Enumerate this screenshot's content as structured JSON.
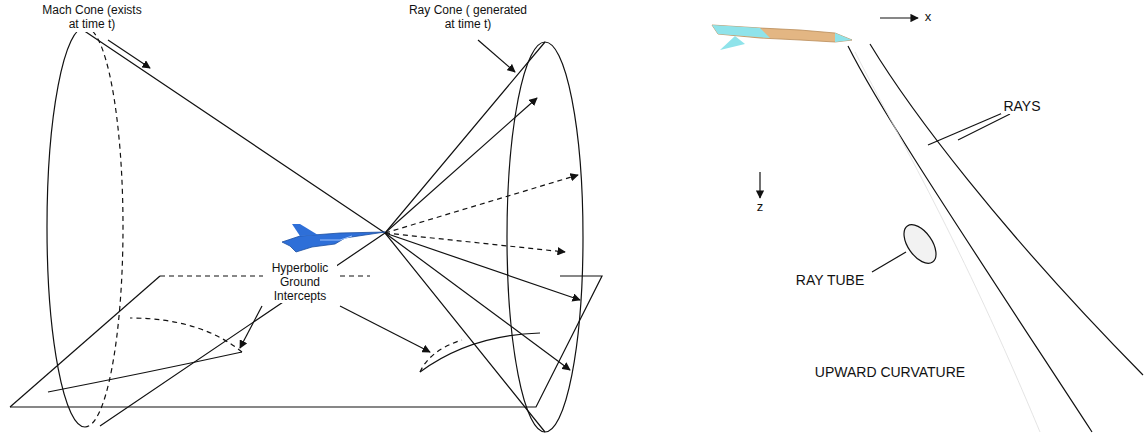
{
  "diagram": {
    "labels": [
      "Mach Cone (exists at time t)",
      "Ray Cone ( generated at time t)",
      "Hyperbolic Ground Intercepts",
      "x",
      "z",
      "RAYS",
      "RAY TUBE",
      "UPWARD CURVATURE"
    ]
  }
}
